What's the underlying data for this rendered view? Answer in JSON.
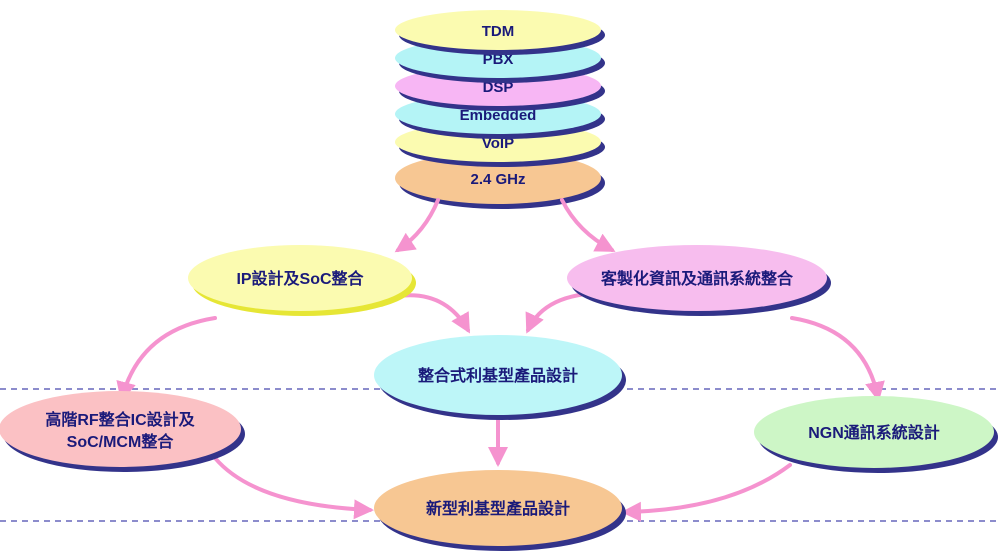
{
  "stack": [
    {
      "label": "TDM",
      "color": "#fbfbb0"
    },
    {
      "label": "PBX",
      "color": "#b4f4f6"
    },
    {
      "label": "DSP",
      "color": "#f7b6f4"
    },
    {
      "label": "Embedded",
      "color": "#b4f4f6"
    },
    {
      "label": "VoIP",
      "color": "#fbfbb0"
    },
    {
      "label": "2.4 GHz",
      "color": "#f7c793"
    }
  ],
  "nodes": {
    "ip_soc": {
      "label": "IP設計及SoC整合",
      "color": "#fbfbb0"
    },
    "custom_comm": {
      "label": "客製化資訊及通訊系統整合",
      "color": "#f7bdee"
    },
    "integrated_product": {
      "label": "整合式利基型產品設計",
      "color": "#bdf6f8"
    },
    "rf_ic": {
      "line1": "高階RF整合IC設計及",
      "line2": "SoC/MCM整合",
      "color": "#fbc1c4"
    },
    "ngn": {
      "label": "NGN通訊系統設計",
      "color": "#cdf6c6"
    },
    "new_product": {
      "label": "新型利基型產品設計",
      "color": "#f7c793"
    }
  },
  "colors": {
    "arrow": "#f593cf",
    "shadow": "#33338a",
    "dashed_line": "#6666bb",
    "text": "#1a1a7a"
  }
}
